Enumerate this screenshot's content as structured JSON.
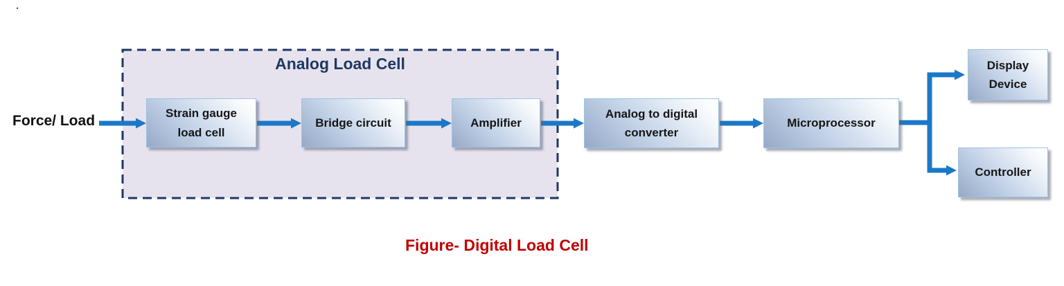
{
  "page": {
    "stray_mark": "."
  },
  "diagram": {
    "input_label": "Force/ Load",
    "group_title": "Analog Load Cell",
    "blocks": [
      {
        "id": "strain-gauge-load-cell",
        "label": "Strain gauge\nload cell"
      },
      {
        "id": "bridge-circuit",
        "label": "Bridge circuit"
      },
      {
        "id": "amplifier",
        "label": "Amplifier"
      },
      {
        "id": "analog-to-digital-converter",
        "label": "Analog to digital\nconverter"
      },
      {
        "id": "microprocessor",
        "label": "Microprocessor"
      },
      {
        "id": "display-device",
        "label": "Display\nDevice"
      },
      {
        "id": "controller",
        "label": "Controller"
      }
    ],
    "caption": "Figure- Digital Load Cell",
    "colors": {
      "arrow": "#1B78C8",
      "dashed_border": "#1F3864",
      "group_fill": "#E7E3EE",
      "title_text": "#1F3864",
      "caption_text": "#C00000",
      "block_text": "#161616",
      "input_text": "#111111"
    }
  }
}
